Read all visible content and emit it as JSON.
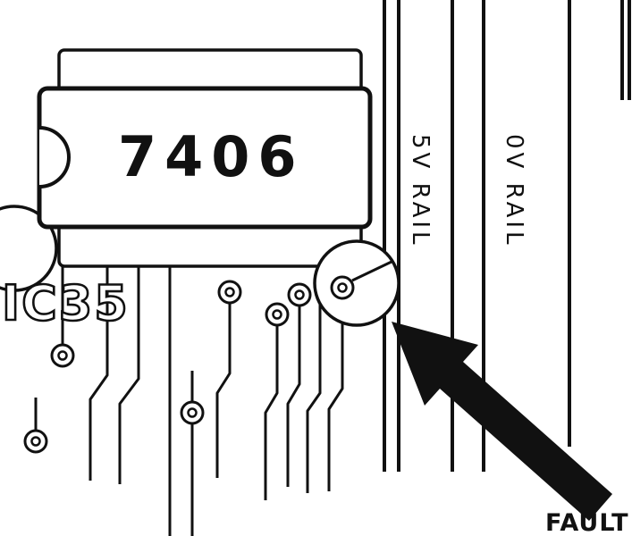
{
  "diagram": {
    "title": "pcb-fault-location-diagram",
    "ic": {
      "part_number": "7406",
      "reference": "IC35"
    },
    "rails": {
      "rail_5v_label": "5V RAIL",
      "rail_0v_label": "0V RAIL"
    },
    "fault": {
      "label": "FAULT"
    },
    "colors": {
      "ink": "#111111",
      "paper": "#ffffff"
    }
  }
}
